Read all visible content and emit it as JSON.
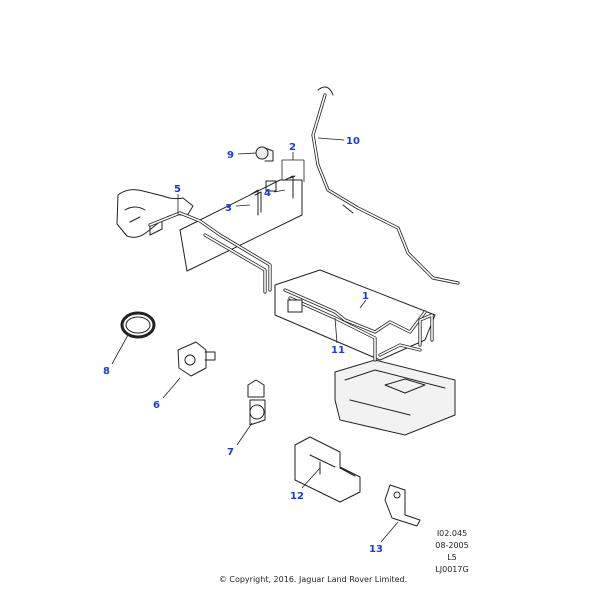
{
  "diagram": {
    "callouts": [
      "1",
      "2",
      "3",
      "4",
      "5",
      "6",
      "7",
      "8",
      "9",
      "10",
      "11",
      "12",
      "13"
    ],
    "reference": {
      "illustration_code": "I02.045",
      "date": "08-2005",
      "variant": "L5",
      "drawing_id": "LJ0017G"
    },
    "copyright": "© Copyright, 2016. Jaguar Land Rover Limited.",
    "colors": {
      "callout": "#1a3cd6",
      "line": "#222222"
    }
  }
}
